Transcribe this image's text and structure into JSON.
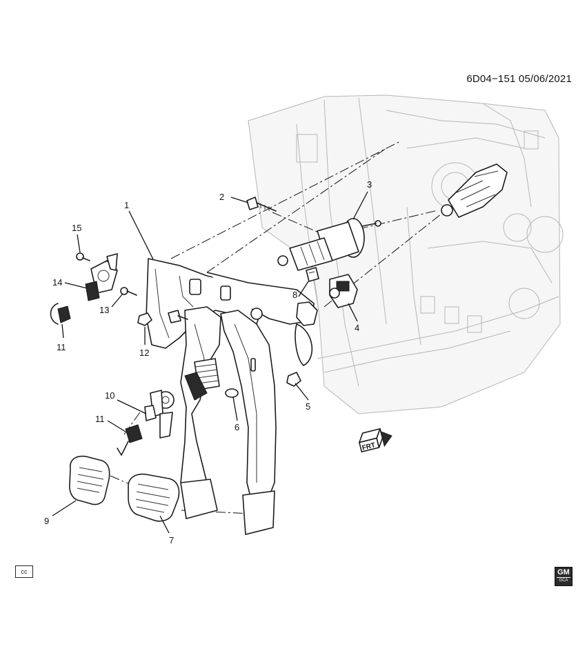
{
  "header": {
    "diagram_id": "6D04−151  05/06/2021"
  },
  "callouts": [
    {
      "id": "c1",
      "label": "1"
    },
    {
      "id": "c2",
      "label": "2"
    },
    {
      "id": "c3",
      "label": "3"
    },
    {
      "id": "c4",
      "label": "4"
    },
    {
      "id": "c5",
      "label": "5"
    },
    {
      "id": "c6",
      "label": "6"
    },
    {
      "id": "c7",
      "label": "7"
    },
    {
      "id": "c8",
      "label": "8"
    },
    {
      "id": "c9",
      "label": "9"
    },
    {
      "id": "c10",
      "label": "10"
    },
    {
      "id": "c11a",
      "label": "11"
    },
    {
      "id": "c11b",
      "label": "11"
    },
    {
      "id": "c12",
      "label": "12"
    },
    {
      "id": "c13",
      "label": "13"
    },
    {
      "id": "c14",
      "label": "14"
    },
    {
      "id": "c15",
      "label": "15"
    }
  ],
  "orientation": {
    "label": "FRT"
  },
  "footer": {
    "cc_label": "cc",
    "logo_text": "GM",
    "logo_sub": "GCA"
  }
}
